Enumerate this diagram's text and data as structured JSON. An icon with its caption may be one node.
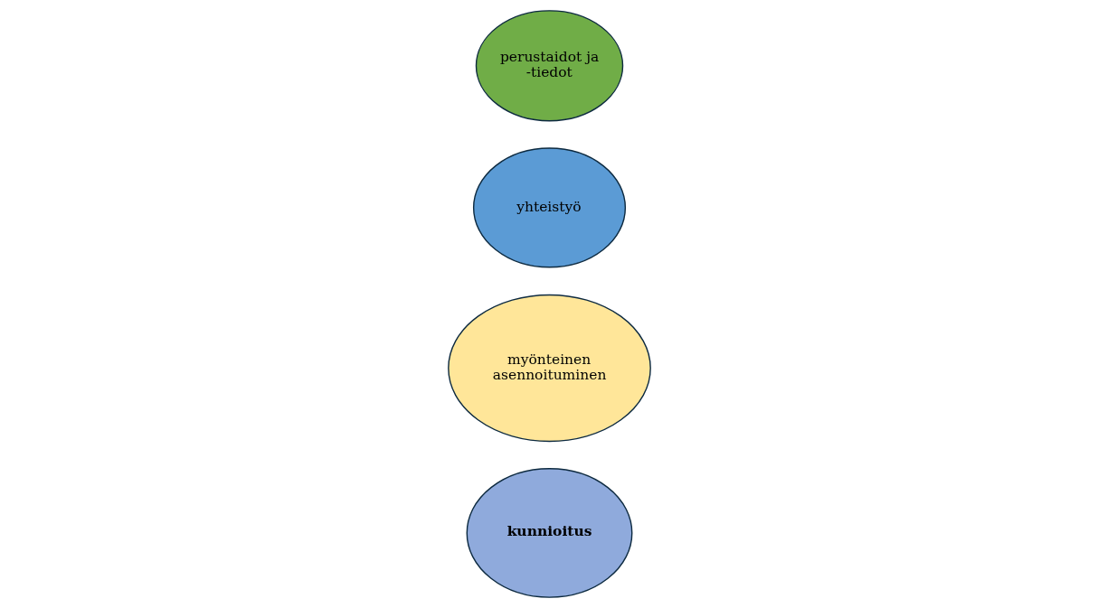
{
  "diagram": {
    "nodes": [
      {
        "text": [
          "kunnioitus"
        ]
      },
      {
        "text": [
          "myönteinen asennoituminen"
        ]
      },
      {
        "text": [
          "yhteistyö"
        ]
      },
      {
        "text": [
          "perustaidot ja -tiedot"
        ]
      }
    ]
  }
}
